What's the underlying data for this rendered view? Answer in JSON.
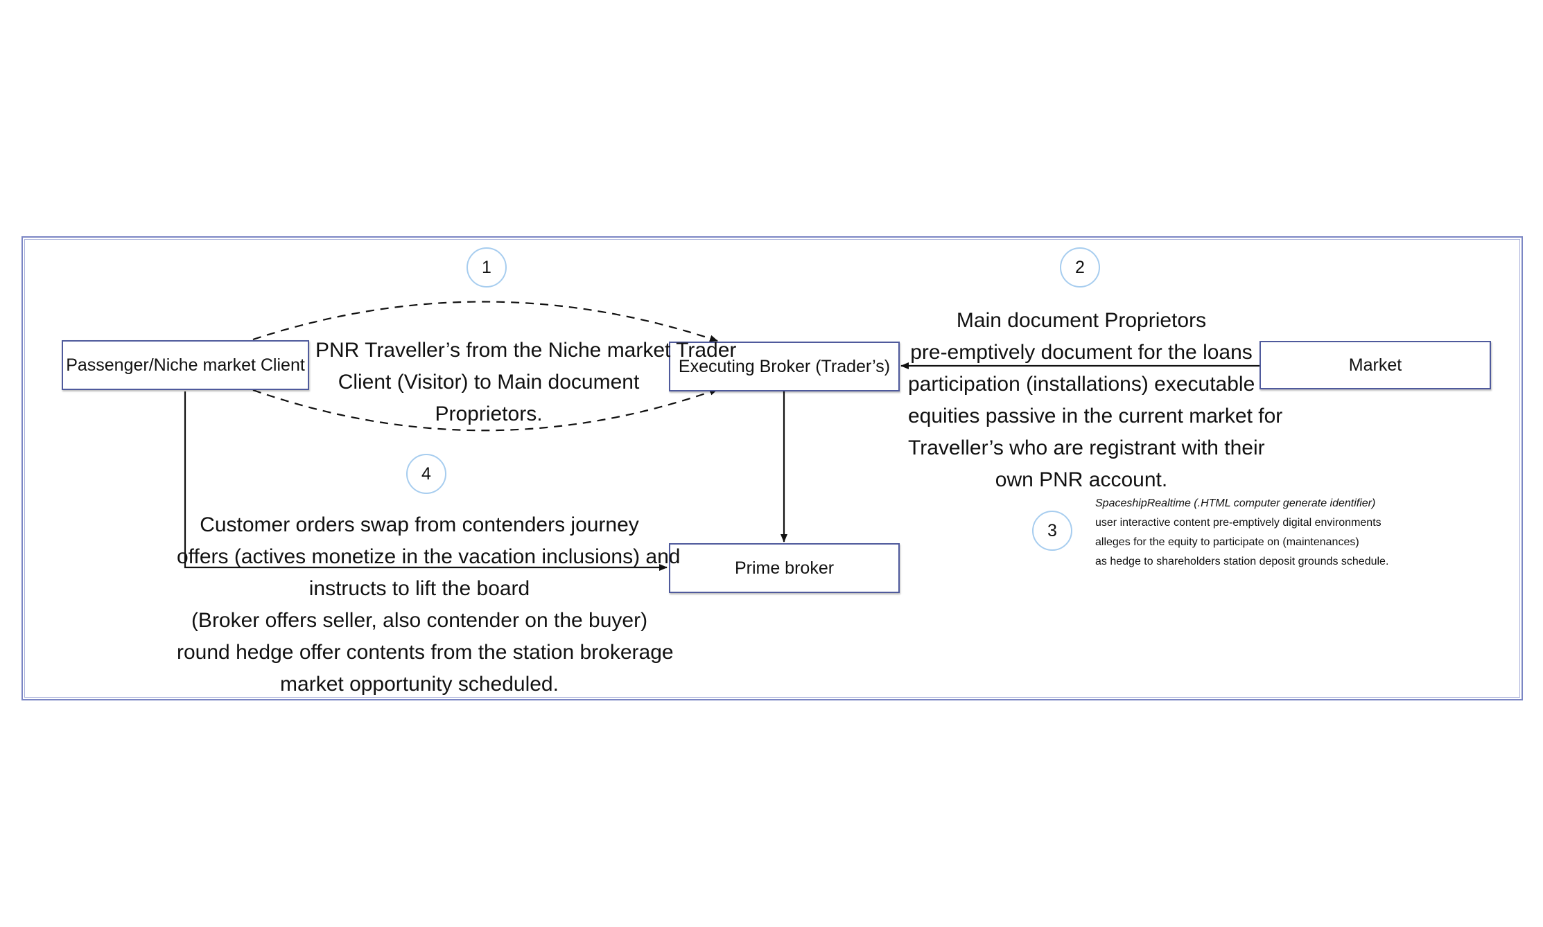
{
  "nodes": {
    "client": "Passenger/Niche market Client",
    "executing_broker": "Executing Broker (Trader’s)",
    "market": "Market",
    "prime_broker": "Prime broker"
  },
  "steps": {
    "one": "1",
    "two": "2",
    "three": "3",
    "four": "4"
  },
  "descriptions": {
    "step1": [
      "PNR Traveller’s from the Niche market Trader",
      "Client (Visitor) to Main document",
      "Proprietors."
    ],
    "step2": [
      "Main document Proprietors",
      "pre-emptively document for the loans",
      "participation (installations) executable",
      "equities passive in the current market for",
      "Traveller’s who are registrant with their",
      "own PNR account."
    ],
    "step3": [
      "SpaceshipRealtime (.HTML computer generate identifier)",
      "user interactive content pre-emptively digital environments",
      "alleges for the equity to participate on (maintenances)",
      "as hedge to shareholders station deposit grounds schedule."
    ],
    "step4": [
      "Customer orders swap from contenders journey",
      "offers (actives monetize in the vacation inclusions) and",
      "instructs to lift the board",
      "(Broker offers seller, also contender on the buyer)",
      "round hedge offer contents from the station brokerage",
      "market opportunity scheduled."
    ]
  },
  "colors": {
    "frame": "#7b86c4",
    "node_border": "#4f5a9c",
    "badge_border": "#a7cdef",
    "arrow": "#111111"
  }
}
